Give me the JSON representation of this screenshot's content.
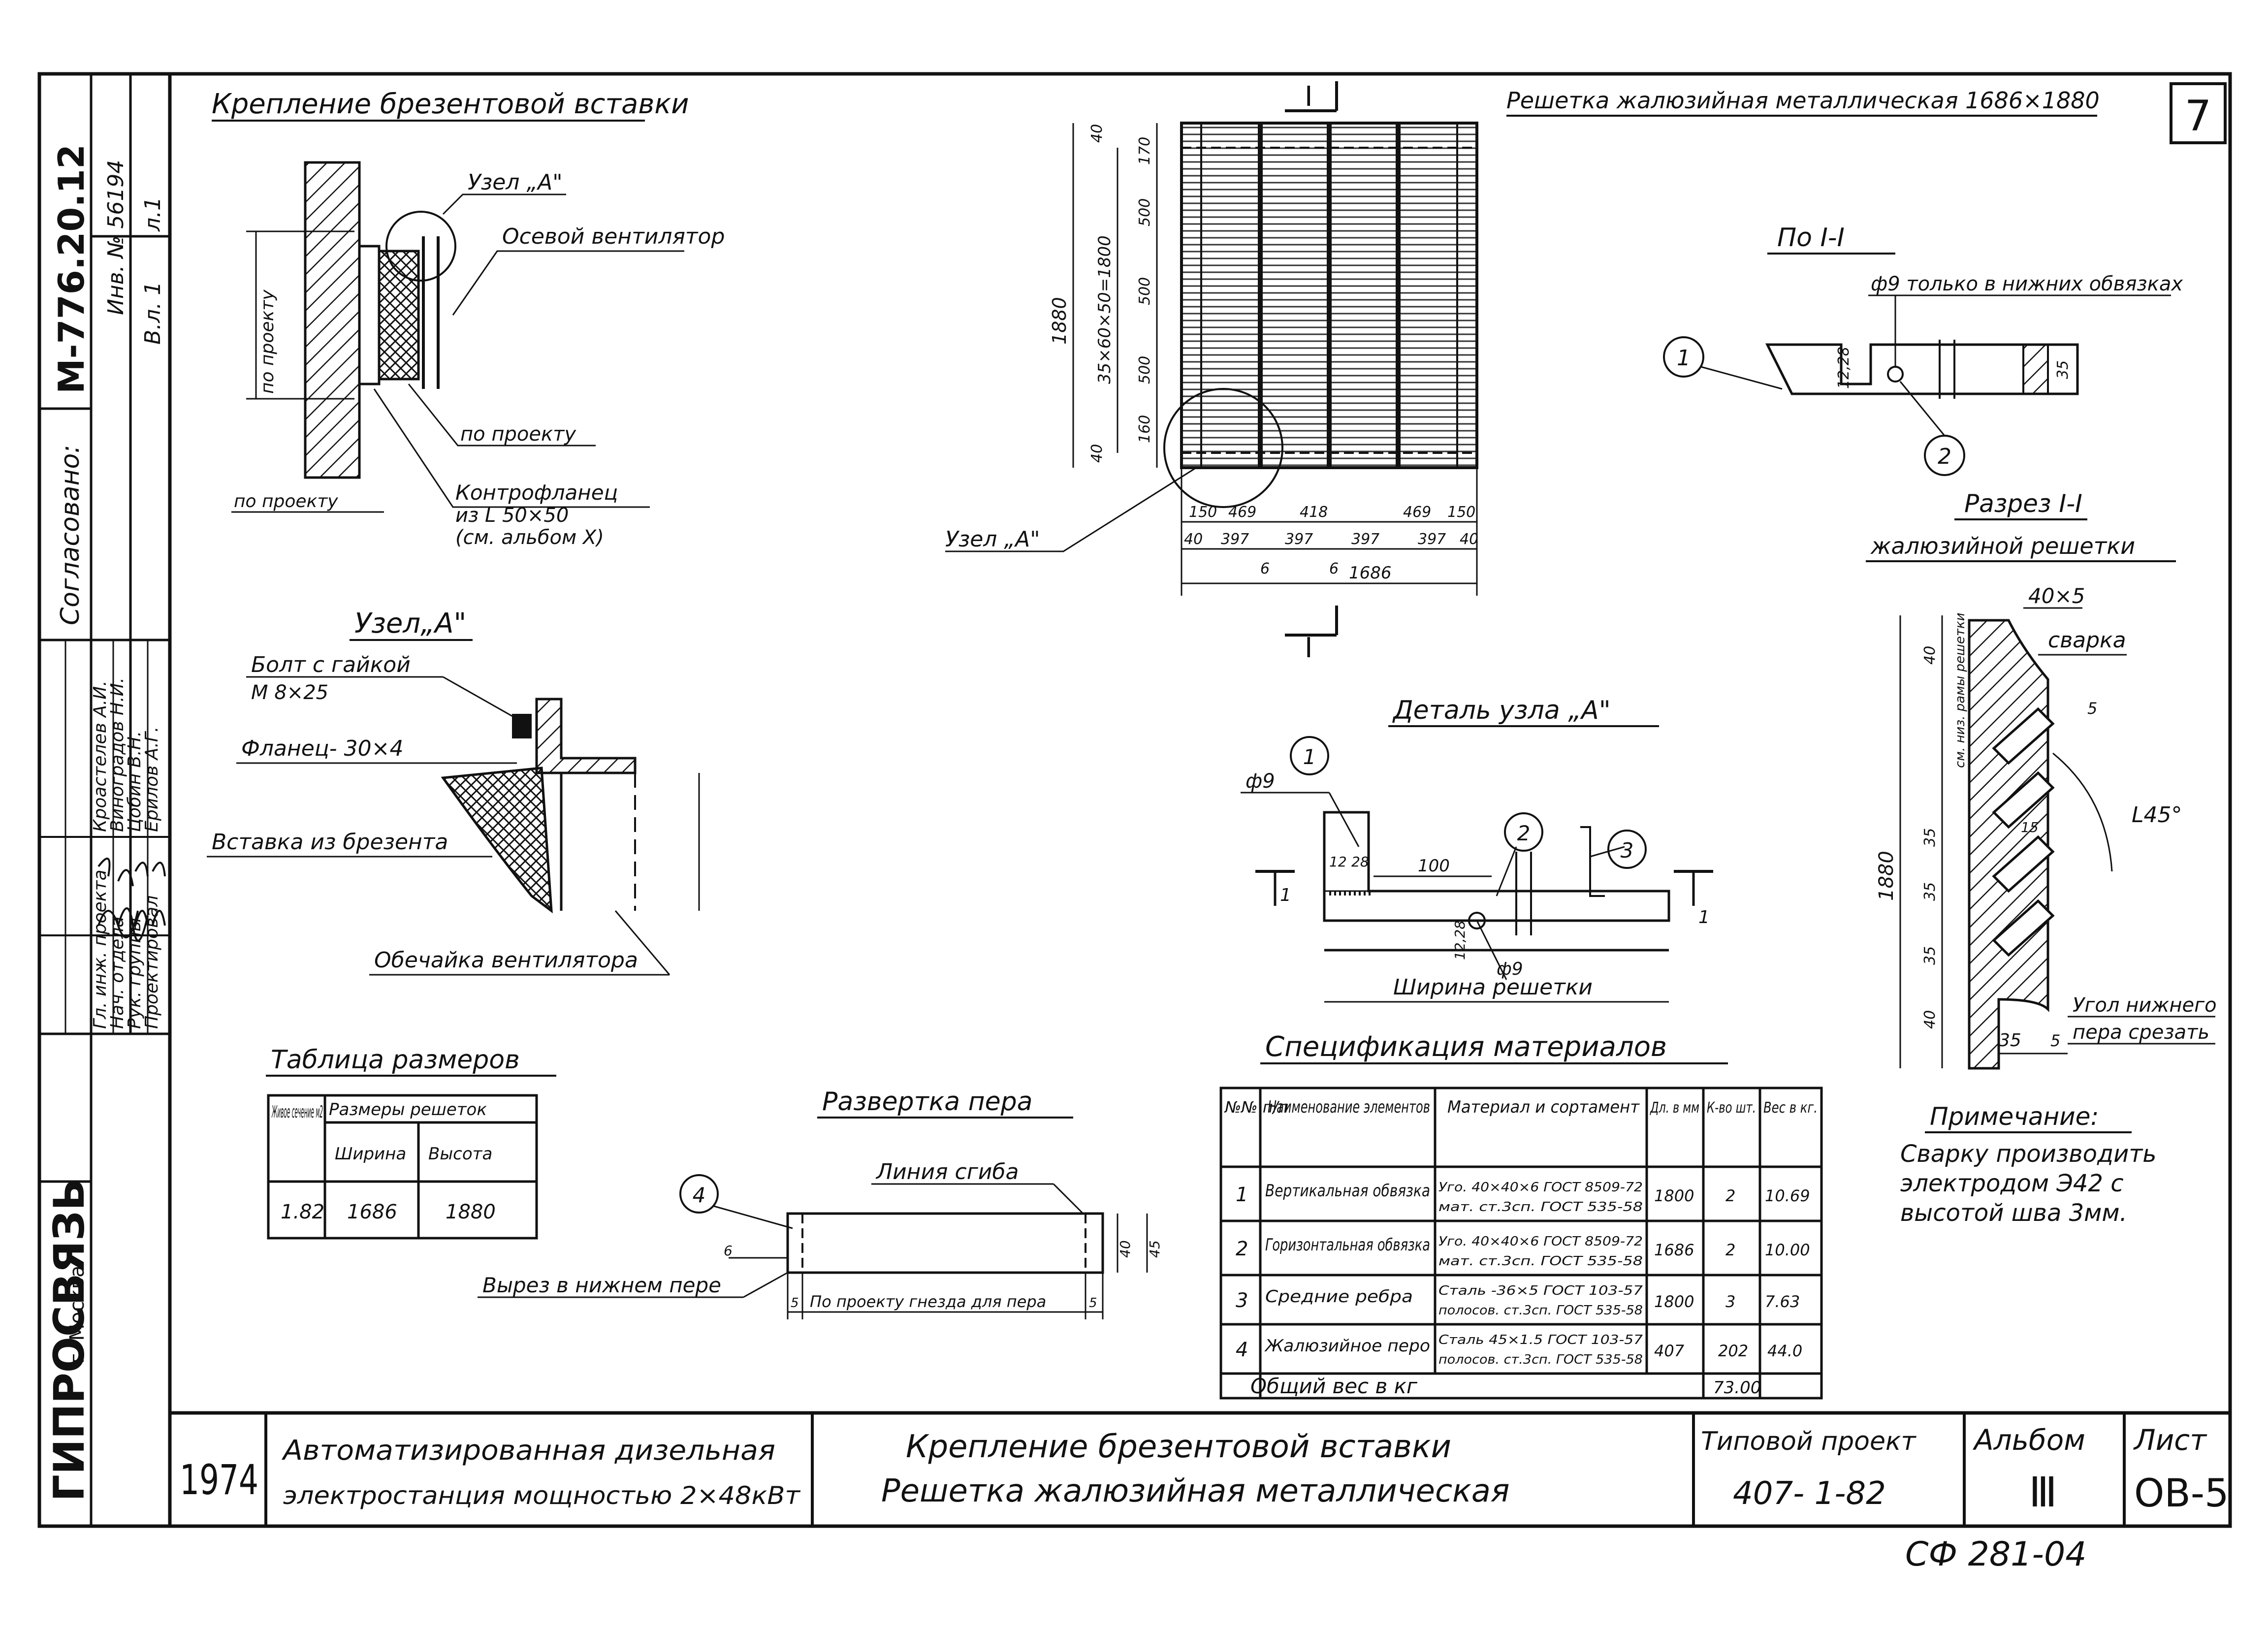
{
  "sheet_number": "7",
  "stamp": {
    "code": "М-776.20.12",
    "inv": "Инв. № 56194",
    "vl": "В.л. 1",
    "l": "л.1",
    "agreed": "Согласовано:",
    "org": "ГИПРОСВЯЗЬ",
    "city": "г. Москва",
    "roles": [
      "Гл. инж. проекта",
      "Нач. отдела",
      "Рук. группы",
      "Проектировал"
    ],
    "names": [
      "Кроастелев А.И.",
      "Виноградов Н.И.",
      "Цобин В.Н.",
      "Ерилов А.Г."
    ]
  },
  "section1": {
    "title": "Крепление брезентовой вставки",
    "labels": {
      "node_a": "Узел „А\"",
      "fan": "Осевой вентилятор",
      "by_project_v": "по проекту",
      "by_project_1": "по проекту",
      "by_project_2": "по проекту",
      "counterflange": "Контрофланец",
      "counterflange_2": "из L 50×50",
      "counterflange_3": "(см. альбом X)"
    }
  },
  "grille": {
    "title": "Решетка жалюзийная металлическая 1686×1880",
    "section_mark": "I",
    "node_label": "Узел „А\"",
    "dim_total_h": "1880",
    "dim_inner_h": "35×60×50=1800",
    "dim_top": "40",
    "dim_bottom": "40",
    "dim_rows": [
      "170",
      "500",
      "500",
      "500",
      "160"
    ],
    "dim_cols_top": [
      "150",
      "469",
      "418",
      "469",
      "150"
    ],
    "dim_cols_bottom": [
      "40",
      "397",
      "397",
      "397",
      "397",
      "40"
    ],
    "dim_6": "6",
    "dim_width": "1686"
  },
  "section_ii": {
    "title": "По I-I",
    "note": "ф9 только в нижних обвязках",
    "dim": "12,28",
    "dim2": "35",
    "pos1": "1",
    "pos2": "2"
  },
  "razrez": {
    "title": "Разрез I-I",
    "subtitle": "жалюзийной решетки",
    "strip": "40×5",
    "weld": "сварка",
    "angle": "L45°",
    "height": "1880",
    "side_label": "см. низ. рамы решетки",
    "dims": [
      "40",
      "35",
      "35",
      "35",
      "40"
    ],
    "cut_label_1": "Угол нижнего",
    "cut_label_2": "пера срезать",
    "dim_35": "35",
    "dim_5": "5",
    "dim_5b": "5",
    "dim_15": "15"
  },
  "node_a": {
    "title": "Узел„А\"",
    "bolt": "Болт с гайкой",
    "bolt_size": "М 8×25",
    "flange": "Фланец- 30×4",
    "insert": "Вставка из брезента",
    "shell": "Обечайка вентилятора"
  },
  "detail": {
    "title": "Деталь узла „А\"",
    "phi": "ф9",
    "phi2": "ф9",
    "dim100": "100",
    "dim12": "12",
    "dim28": "28",
    "dim1228": "12,28",
    "width": "Ширина решетки",
    "cut_mark": "1",
    "cut_mark2": "1",
    "pos": [
      "1",
      "2",
      "3"
    ]
  },
  "table_sizes": {
    "title": "Таблица размеров",
    "h_live": "Живое сечение м2",
    "h_size": "Размеры решеток",
    "h_w": "Ширина",
    "h_h": "Высота",
    "live": "1.82",
    "w": "1686",
    "h": "1880"
  },
  "razvertka": {
    "title": "Развертка пера",
    "seam": "Линия сгиба",
    "cut": "Вырез в нижнем пере",
    "note": "По проекту гнезда для пера",
    "d5a": "5",
    "d5b": "5",
    "d6": "6",
    "d40": "40",
    "d45": "45",
    "pos": "4"
  },
  "spec": {
    "title": "Спецификация материалов",
    "headers": [
      "№№ п/п",
      "Наименование элементов",
      "Материал и сортамент",
      "Дл. в мм",
      "К-во шт.",
      "Вес в кг."
    ],
    "rows": [
      [
        "1",
        "Вертикальная обвязка",
        "Уго. 40×40×6 ГОСТ 8509-72",
        "мат. ст.3сп. ГОСТ 535-58",
        "1800",
        "2",
        "10.69"
      ],
      [
        "2",
        "Горизонтальная обвязка",
        "Уго. 40×40×6 ГОСТ 8509-72",
        "мат. ст.3сп. ГОСТ 535-58",
        "1686",
        "2",
        "10.00"
      ],
      [
        "3",
        "Средние ребра",
        "Сталь -36×5 ГОСТ 103-57",
        "полосов. ст.3сп. ГОСТ 535-58",
        "1800",
        "3",
        "7.63"
      ],
      [
        "4",
        "Жалюзийное перо",
        "Сталь 45×1.5 ГОСТ 103-57",
        "полосов. ст.3сп. ГОСТ 535-58",
        "407",
        "202",
        "44.0"
      ]
    ],
    "total_label": "Общий вес в кг",
    "total": "73.00"
  },
  "notes": {
    "title": "Примечание:",
    "lines": [
      "Сварку производить",
      "электродом Э42 с",
      "высотой шва 3мм."
    ]
  },
  "titleblock": {
    "year": "1974",
    "object_1": "Автоматизированная дизельная",
    "object_2": "электростанция мощностью 2×48кВт",
    "name_1": "Крепление брезентовой вставки",
    "name_2": "Решетка жалюзийная металлическая",
    "project_label": "Типовой проект",
    "project": "407- 1-82",
    "album_label": "Альбом",
    "album": "Ⅲ",
    "sheet_label": "Лист",
    "sheet": "ОВ-5"
  },
  "archive": "СФ 281-04"
}
